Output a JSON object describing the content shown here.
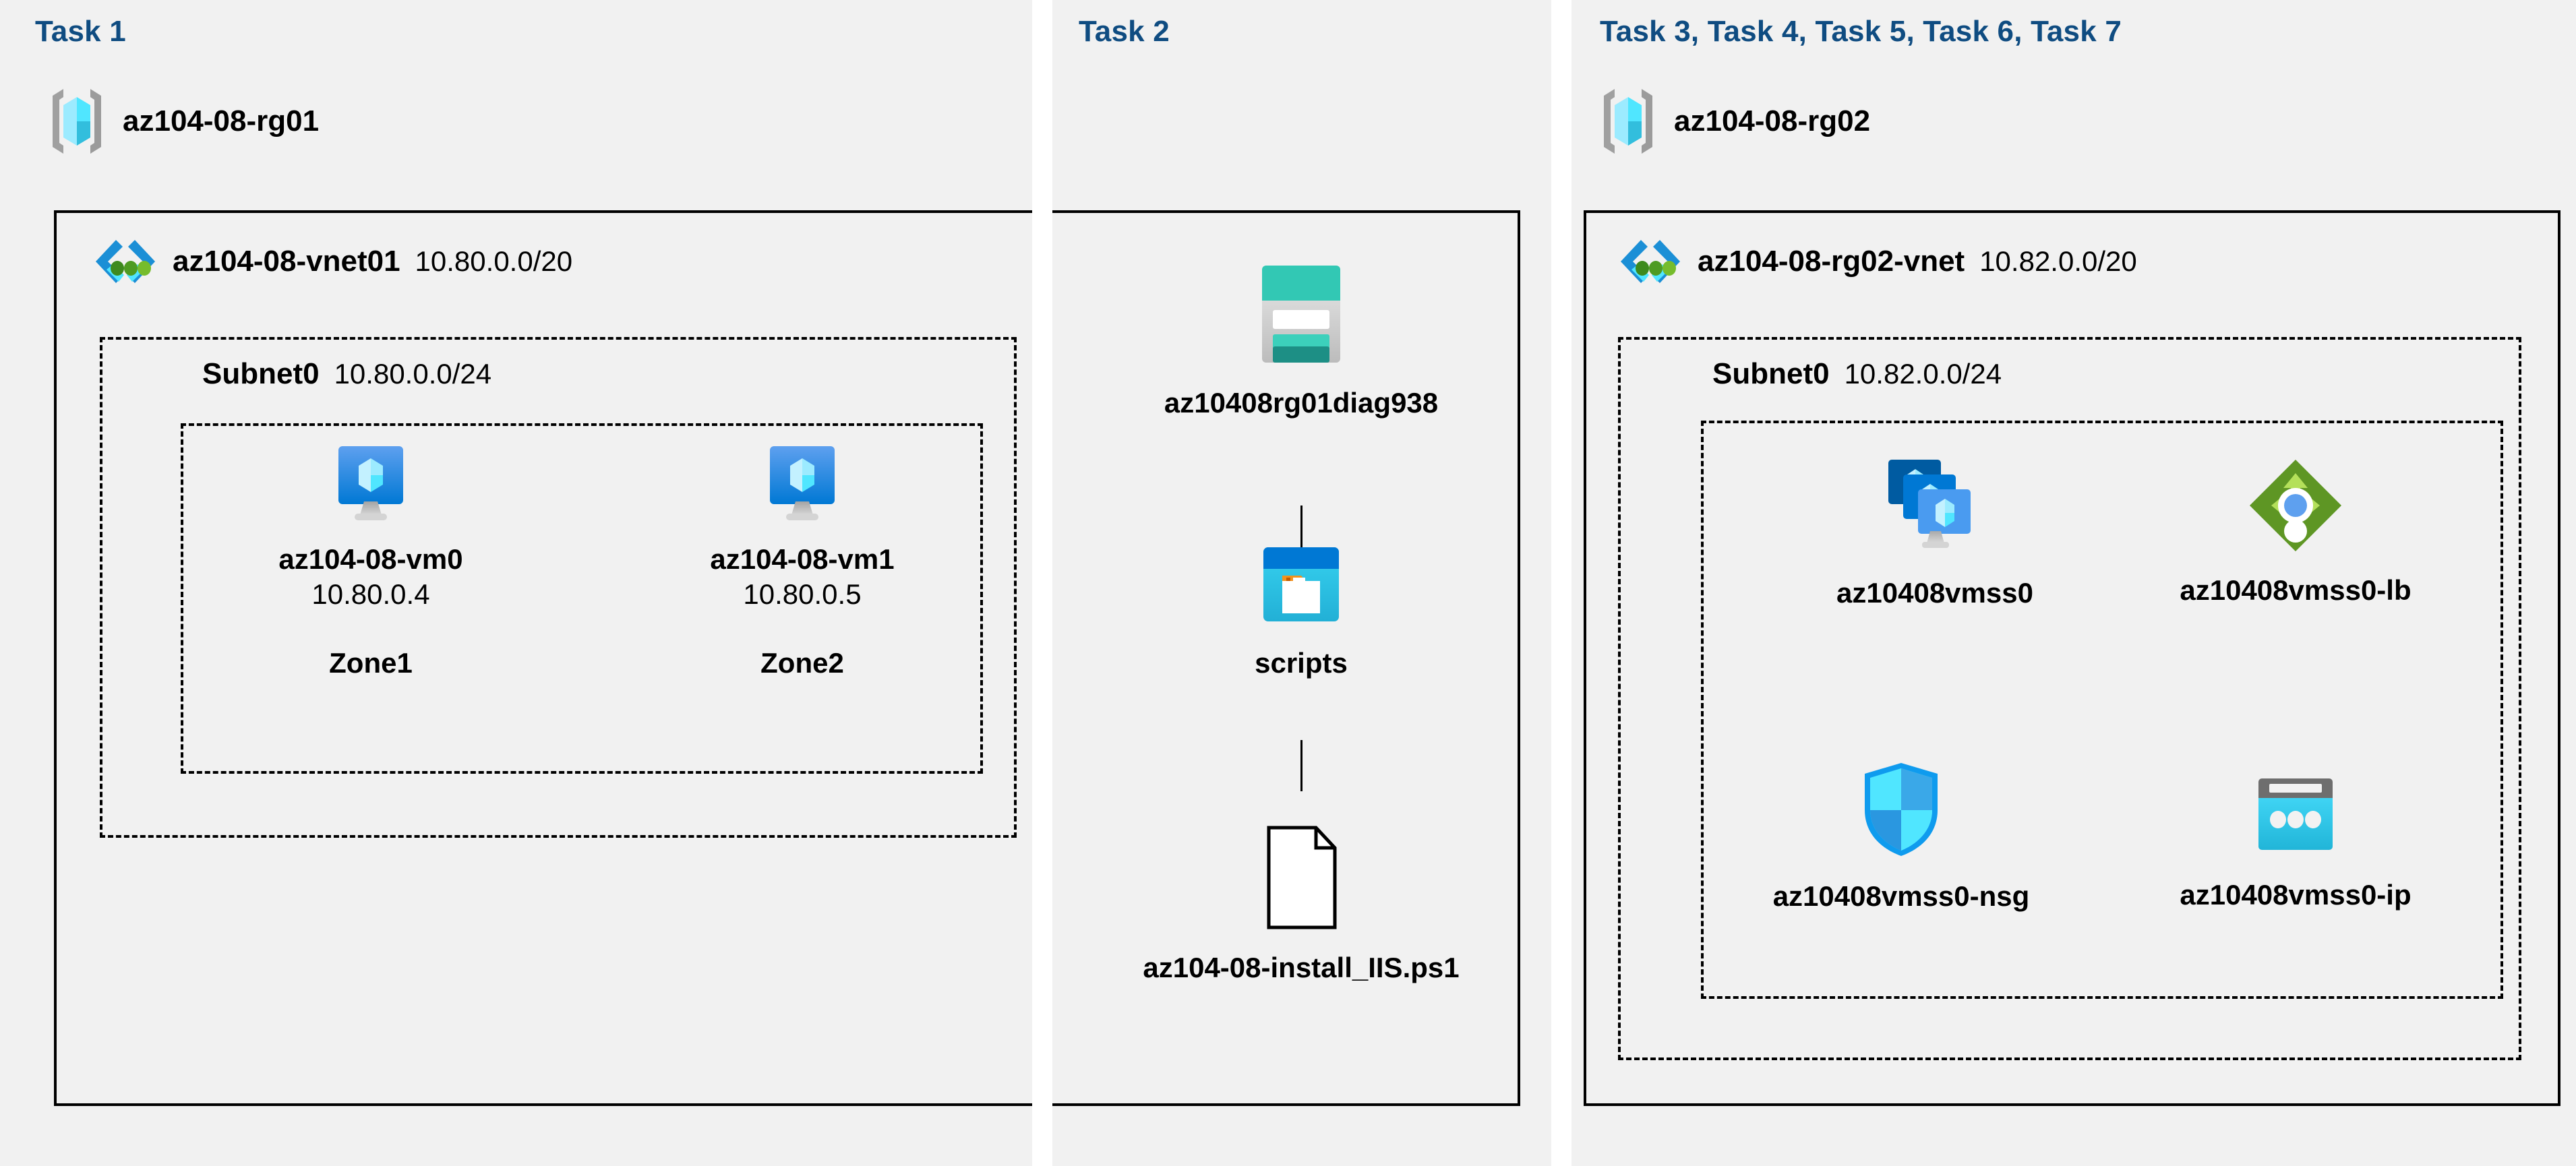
{
  "panels": [
    {
      "task_label": "Task 1"
    },
    {
      "task_label": "Task 2"
    },
    {
      "task_label": "Task 3, Task 4, Task 5, Task 6, Task 7"
    }
  ],
  "task1": {
    "label": "Task 1",
    "resource_group": {
      "name": "az104-08-rg01",
      "icon": "resource-group-icon"
    },
    "vnet": {
      "name": "az104-08-vnet01",
      "cidr": "10.80.0.0/20",
      "icon": "virtual-network-icon"
    },
    "subnet": {
      "name": "Subnet0",
      "cidr": "10.80.0.0/24"
    },
    "vms": [
      {
        "name": "az104-08-vm0",
        "ip": "10.80.0.4",
        "zone": "Zone1",
        "icon": "virtual-machine-icon"
      },
      {
        "name": "az104-08-vm1",
        "ip": "10.80.0.5",
        "zone": "Zone2",
        "icon": "virtual-machine-icon"
      }
    ]
  },
  "task2": {
    "label": "Task 2",
    "storage_account": {
      "name": "az10408rg01diag938",
      "icon": "storage-account-icon"
    },
    "container": {
      "name": "scripts",
      "icon": "blob-container-icon"
    },
    "file": {
      "name": "az104-08-install_IIS.ps1",
      "icon": "file-icon"
    }
  },
  "task3": {
    "label": "Task 3, Task 4, Task 5, Task 6, Task 7",
    "resource_group": {
      "name": "az104-08-rg02",
      "icon": "resource-group-icon"
    },
    "vnet": {
      "name": "az104-08-rg02-vnet",
      "cidr": "10.82.0.0/20",
      "icon": "virtual-network-icon"
    },
    "subnet": {
      "name": "Subnet0",
      "cidr": "10.82.0.0/24"
    },
    "resources": [
      {
        "name": "az10408vmss0",
        "icon": "vm-scale-set-icon"
      },
      {
        "name": "az10408vmss0-lb",
        "icon": "load-balancer-icon"
      },
      {
        "name": "az10408vmss0-nsg",
        "icon": "network-security-group-icon"
      },
      {
        "name": "az10408vmss0-ip",
        "icon": "public-ip-address-icon"
      }
    ]
  },
  "colors": {
    "panel_bg": "#f1f1f1",
    "page_bg": "#ffffff",
    "task_label": "#0f4c81",
    "border": "#000000",
    "azure_blue": "#0078d4",
    "cyan": "#32d4f5",
    "teal": "#2cc3b0",
    "green": "#6bb02a",
    "grey": "#a0a0a0"
  }
}
